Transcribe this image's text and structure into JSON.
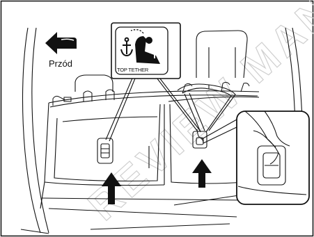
{
  "diagram": {
    "direction_label": "Przód",
    "pictogram_label": "TOP TETHER",
    "icons": {
      "direction": "left-arrow-icon",
      "pictogram": "anchor-child-seat-icon",
      "pointers": "up-arrow-icon"
    },
    "watermark": "REVIEW MANUAL",
    "colors": {
      "line": "#111111",
      "background": "#ffffff",
      "watermark": "#cfcfcf"
    }
  }
}
